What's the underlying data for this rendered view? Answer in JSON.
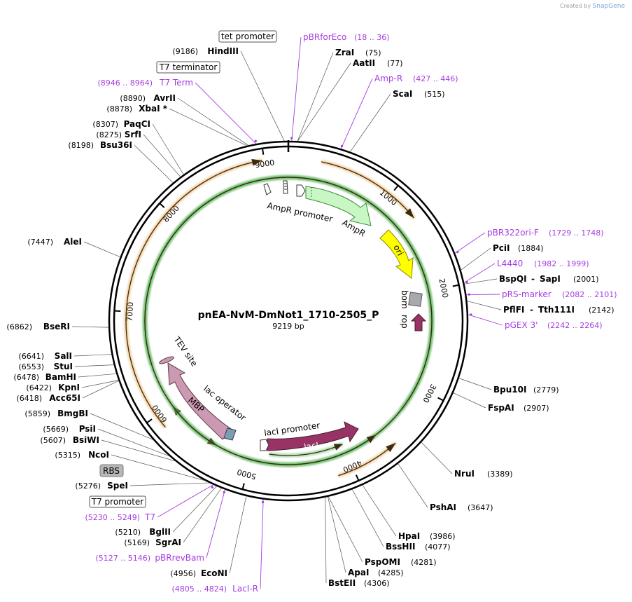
{
  "credit": {
    "prefix": "Created by",
    "brand": "SnapGene"
  },
  "plasmid": {
    "name": "pnEA-NvM-DmNot1_1710-2505_P",
    "size_label": "9219 bp",
    "length": 9219
  },
  "ticks": [
    "1000",
    "2000",
    "3000",
    "4000",
    "5000",
    "6000",
    "7000",
    "8000",
    "9000"
  ],
  "boxed_labels": {
    "tet_promoter": "tet promoter",
    "t7_terminator": "T7 terminator",
    "rbs": "RBS",
    "t7_promoter": "T7 promoter"
  },
  "enzymes": [
    {
      "name": "HindIII",
      "pos": "(9186)"
    },
    {
      "name": "ZraI",
      "pos": "(75)"
    },
    {
      "name": "AatII",
      "pos": "(77)"
    },
    {
      "name": "ScaI",
      "pos": "(515)"
    },
    {
      "name": "AvrII",
      "pos": "(8890)"
    },
    {
      "name": "XbaI *",
      "pos": "(8878)"
    },
    {
      "name": "PaqCI",
      "pos": "(8307)"
    },
    {
      "name": "SrfI",
      "pos": "(8275)"
    },
    {
      "name": "Bsu36I",
      "pos": "(8198)"
    },
    {
      "name": "AleI",
      "pos": "(7447)"
    },
    {
      "name": "PciI",
      "pos": "(1884)"
    },
    {
      "name": "BspQI",
      "pos": ""
    },
    {
      "name": "SapI",
      "pos": "(2001)"
    },
    {
      "name": "PflFI",
      "pos": ""
    },
    {
      "name": "Tth111I",
      "pos": "(2142)"
    },
    {
      "name": "BseRI",
      "pos": "(6862)"
    },
    {
      "name": "SalI",
      "pos": "(6641)"
    },
    {
      "name": "StuI",
      "pos": "(6553)"
    },
    {
      "name": "BamHI",
      "pos": "(6478)"
    },
    {
      "name": "KpnI",
      "pos": "(6422)"
    },
    {
      "name": "Acc65I",
      "pos": "(6418)"
    },
    {
      "name": "Bpu10I",
      "pos": "(2779)"
    },
    {
      "name": "FspAI",
      "pos": "(2907)"
    },
    {
      "name": "BmgBI",
      "pos": "(5859)"
    },
    {
      "name": "PsiI",
      "pos": "(5669)"
    },
    {
      "name": "BsiWI",
      "pos": "(5607)"
    },
    {
      "name": "NcoI",
      "pos": "(5315)"
    },
    {
      "name": "NruI",
      "pos": "(3389)"
    },
    {
      "name": "SpeI",
      "pos": "(5276)"
    },
    {
      "name": "PshAI",
      "pos": "(3647)"
    },
    {
      "name": "HpaI",
      "pos": "(3986)"
    },
    {
      "name": "BssHII",
      "pos": "(4077)"
    },
    {
      "name": "BglII",
      "pos": "(5210)"
    },
    {
      "name": "SgrAI",
      "pos": "(5169)"
    },
    {
      "name": "PspOMI",
      "pos": "(4281)"
    },
    {
      "name": "ApaI",
      "pos": "(4285)"
    },
    {
      "name": "EcoNI",
      "pos": "(4956)"
    },
    {
      "name": "BstEII",
      "pos": "(4306)"
    }
  ],
  "primers": [
    {
      "name": "pBRforEco",
      "range": "(18 .. 36)"
    },
    {
      "name": "Amp-R",
      "range": "(427 .. 446)"
    },
    {
      "name": "T7 Term",
      "range": "(8946 .. 8964)"
    },
    {
      "name": "pBR322ori-F",
      "range": "(1729 .. 1748)"
    },
    {
      "name": "L4440",
      "range": "(1982 .. 1999)"
    },
    {
      "name": "pRS-marker",
      "range": "(2082 .. 2101)"
    },
    {
      "name": "pGEX 3'",
      "range": "(2242 .. 2264)"
    },
    {
      "name": "T7",
      "range": "(5230 .. 5249)"
    },
    {
      "name": "pBRrevBam",
      "range": "(5127 .. 5146)"
    },
    {
      "name": "LacI-R",
      "range": "(4805 .. 4824)"
    }
  ],
  "features": {
    "ampr_promoter": "AmpR promoter",
    "ampr": "AmpR",
    "ori": "ori",
    "bom": "bom",
    "rop": "rop",
    "laci_promoter": "lacI promoter",
    "laci": "lacI",
    "lac_operator": "lac operator",
    "mbp": "MBP",
    "tev_site": "TEV site"
  },
  "colors": {
    "enzyme_text": "#000000",
    "primer": "#a53be0",
    "ampr_fill": "#c8f7c5",
    "ori_fill": "#ffff00",
    "rop_fill": "#993366",
    "bom_fill": "#a7a9ac",
    "laci_fill": "#993366",
    "mbp_fill": "#cc99b2",
    "orf_orange": "#e8a040",
    "orf_green": "#5cb85c"
  }
}
